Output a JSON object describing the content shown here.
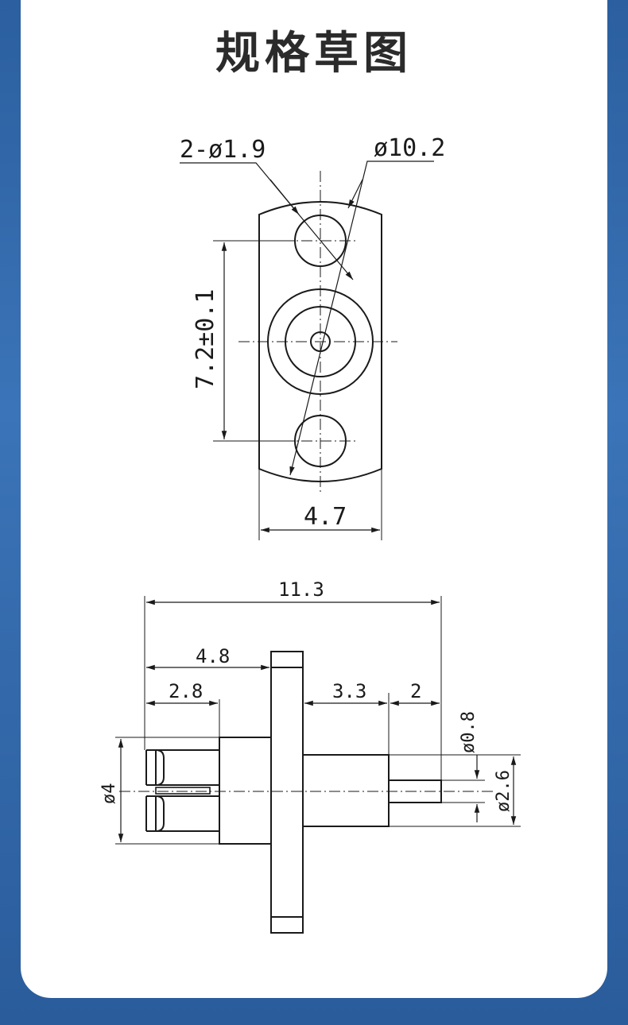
{
  "page": {
    "title": "规格草图"
  },
  "front_view": {
    "hole_callout": "2-ø1.9",
    "circle_callout": "ø10.2",
    "spacing_dim": "7.2±0.1",
    "width_dim": "4.7"
  },
  "side_view": {
    "overall_length": "11.3",
    "length_a": "4.8",
    "length_b": "2.8",
    "length_c": "3.3",
    "length_d": "2",
    "pin_dia": "ø0.8",
    "body_dia": "ø2.6",
    "outer_dia": "ø4"
  },
  "colors": {
    "ink": "#1a1a1a",
    "title": "#2b2b2b",
    "frame_blue": "#2f66a8",
    "card": "#ffffff"
  }
}
